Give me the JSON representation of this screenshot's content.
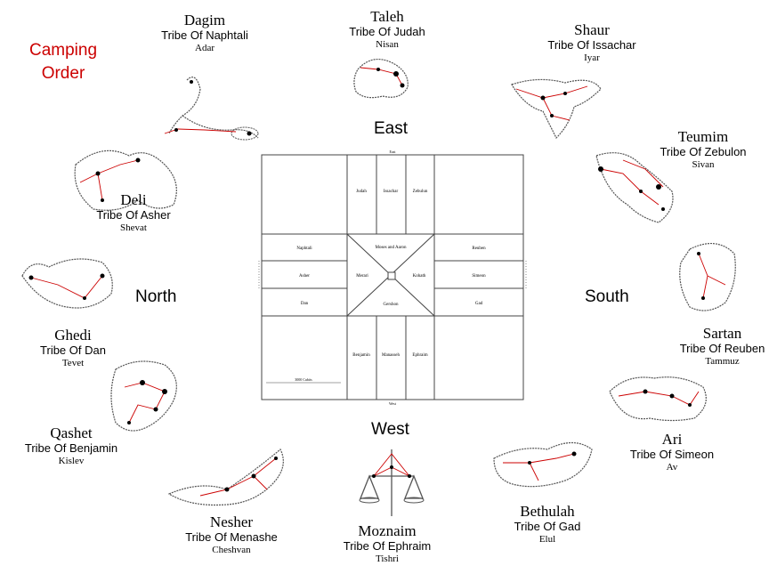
{
  "title_lines": [
    "Camping",
    "Order"
  ],
  "directions": {
    "east": "East",
    "south": "South",
    "west": "West",
    "north": "North"
  },
  "constellations": [
    {
      "id": "dagim",
      "name": "Dagim",
      "tribe": "Tribe Of Naphtali",
      "month": "Adar"
    },
    {
      "id": "taleh",
      "name": "Taleh",
      "tribe": "Tribe Of Judah",
      "month": "Nisan"
    },
    {
      "id": "shaur",
      "name": "Shaur",
      "tribe": "Tribe Of Issachar",
      "month": "Iyar"
    },
    {
      "id": "teumim",
      "name": "Teumim",
      "tribe": "Tribe Of Zebulon",
      "month": "Sivan"
    },
    {
      "id": "deli",
      "name": "Deli",
      "tribe": "Tribe Of Asher",
      "month": "Shevat"
    },
    {
      "id": "ghedi",
      "name": "Ghedi",
      "tribe": "Tribe Of Dan",
      "month": "Tevet"
    },
    {
      "id": "sartan",
      "name": "Sartan",
      "tribe": "Tribe Of Reuben",
      "month": "Tammuz"
    },
    {
      "id": "qashet",
      "name": "Qashet",
      "tribe": "Tribe Of Benjamin",
      "month": "Kislev"
    },
    {
      "id": "ari",
      "name": "Ari",
      "tribe": "Tribe Of Simeon",
      "month": "Av"
    },
    {
      "id": "bethulah",
      "name": "Bethulah",
      "tribe": "Tribe Of Gad",
      "month": "Elul"
    },
    {
      "id": "moznaim",
      "name": "Moznaim",
      "tribe": "Tribe Of Ephraim",
      "month": "Tishri"
    },
    {
      "id": "nesher",
      "name": "Nesher",
      "tribe": "Tribe Of Menashe",
      "month": "Cheshvan"
    }
  ],
  "camp": {
    "top_label": "East",
    "bottom_label": "West",
    "scale_label": "3000 Cubits",
    "east": [
      "Judah",
      "Issachar",
      "Zebulun"
    ],
    "south": [
      "Reuben",
      "Simeon",
      "Gad"
    ],
    "west": [
      "Benjamin",
      "Manasseh",
      "Ephraim"
    ],
    "north": [
      "Naphtali",
      "Asher",
      "Dan"
    ],
    "center": {
      "top": "Moses and Aaron",
      "left": "Merari",
      "right": "Kohath",
      "bottom": "Gershon"
    }
  }
}
